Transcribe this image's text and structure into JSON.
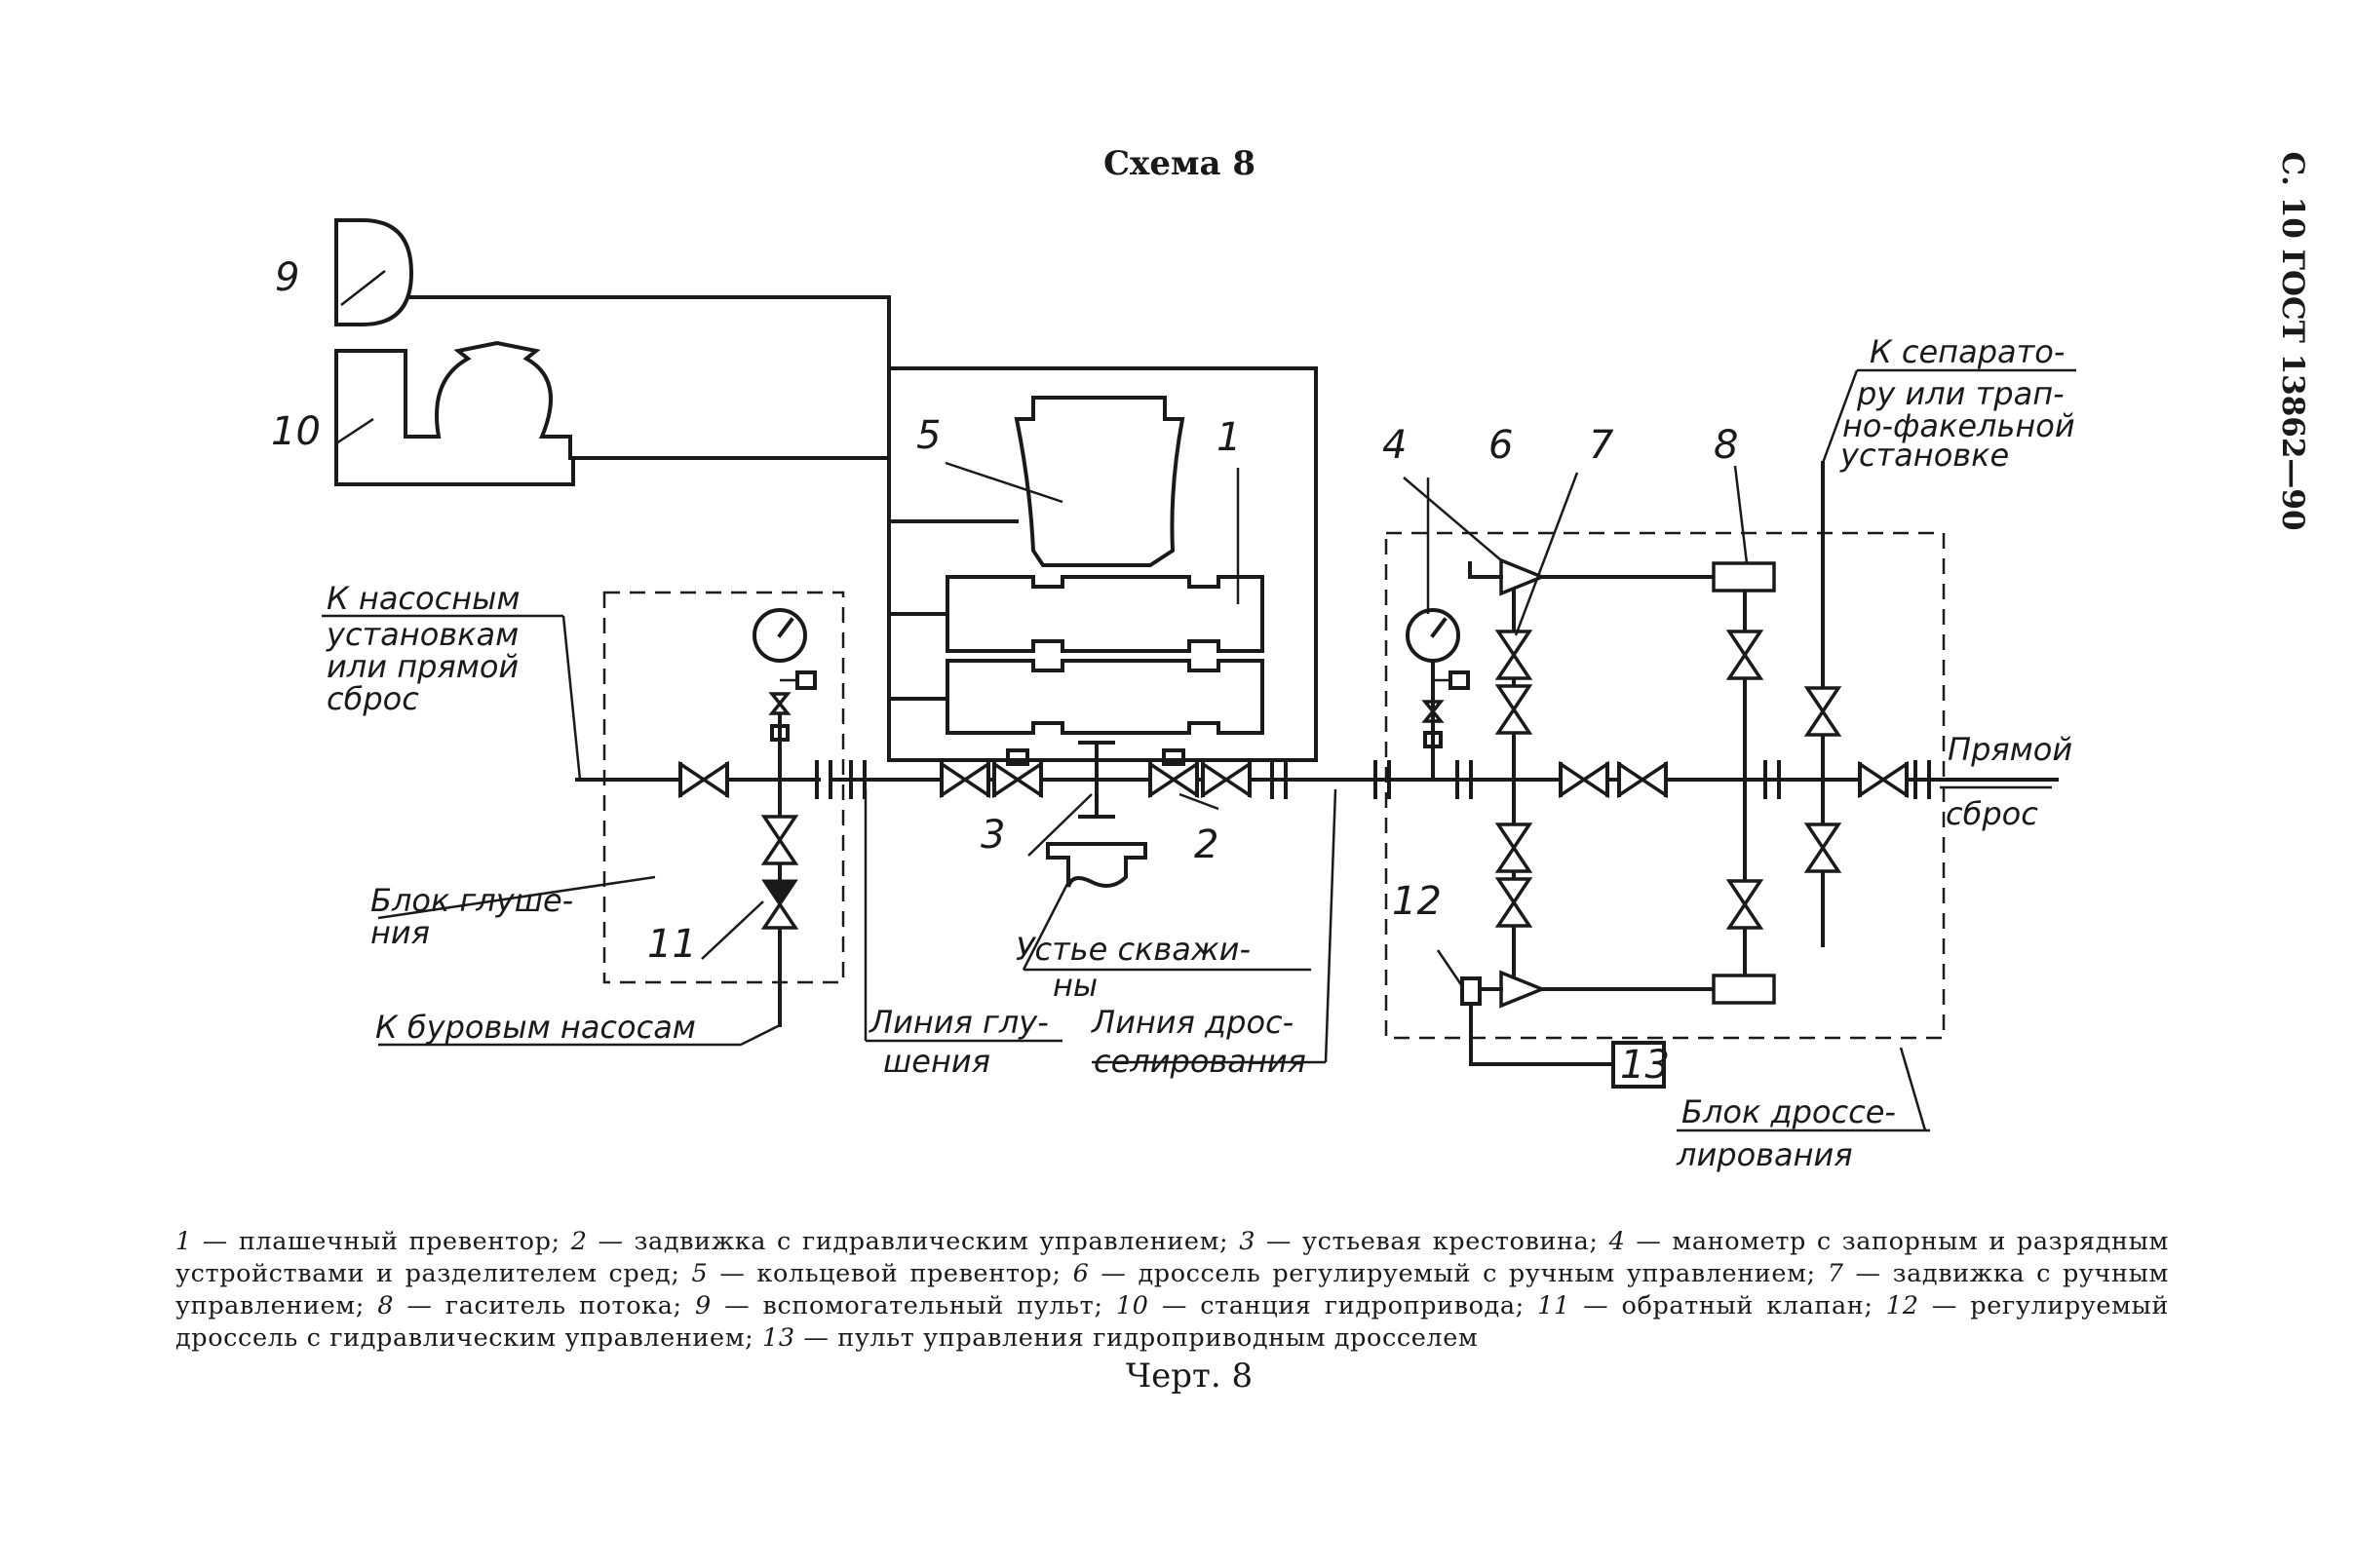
{
  "title": "Схема 8",
  "side_header": "С. 10 ГОСТ 13862—90",
  "caption": "Черт. 8",
  "numbers": {
    "n1": "1",
    "n2": "2",
    "n3": "3",
    "n4": "4",
    "n5": "5",
    "n6": "6",
    "n7": "7",
    "n8": "8",
    "n9": "9",
    "n10": "10",
    "n11": "11",
    "n12": "12",
    "n13": "13"
  },
  "labels": {
    "to_pumps": [
      "К насосным",
      "установкам",
      "или прямой",
      "сброс"
    ],
    "kill_block": [
      "Блок глуше-",
      "ния"
    ],
    "to_drill_pumps": "К буровым насосам",
    "kill_line": [
      "Линия глу-",
      "шения"
    ],
    "choke_line": [
      "Линия дрос-",
      "селирования"
    ],
    "wellhead": [
      "Устье скважи-",
      "ны"
    ],
    "choke_block": [
      "Блок дроссе-",
      "лирования"
    ],
    "to_separator": [
      "К сепарато-",
      "ру или трап-",
      "но-факельной",
      "установке"
    ],
    "direct_discharge": [
      "Прямой",
      "сброс"
    ]
  },
  "legend": [
    {
      "num": "1",
      "text": "— плашечный превентор;"
    },
    {
      "num": "2",
      "text": "— задвижка с гидравлическим управлением;"
    },
    {
      "num": "3",
      "text": "— устьевая крестовина;"
    },
    {
      "num": "4",
      "text": "— манометр с запорным и разрядным устройствами и разделителем сред;"
    },
    {
      "num": "5",
      "text": "— кольцевой превентор;"
    },
    {
      "num": "6",
      "text": "— дроссель регулируемый с ручным управлением;"
    },
    {
      "num": "7",
      "text": "— задвижка с ручным управлением;"
    },
    {
      "num": "8",
      "text": "— гаситель потока;"
    },
    {
      "num": "9",
      "text": "— вспомогательный пульт;"
    },
    {
      "num": "10",
      "text": "— станция гидропривода;"
    },
    {
      "num": "11",
      "text": "— обратный клапан;"
    },
    {
      "num": "12",
      "text": "— регулируемый дроссель с гидравлическим управлением;"
    },
    {
      "num": "13",
      "text": "— пульт управления гидроприводным дросселем"
    }
  ]
}
